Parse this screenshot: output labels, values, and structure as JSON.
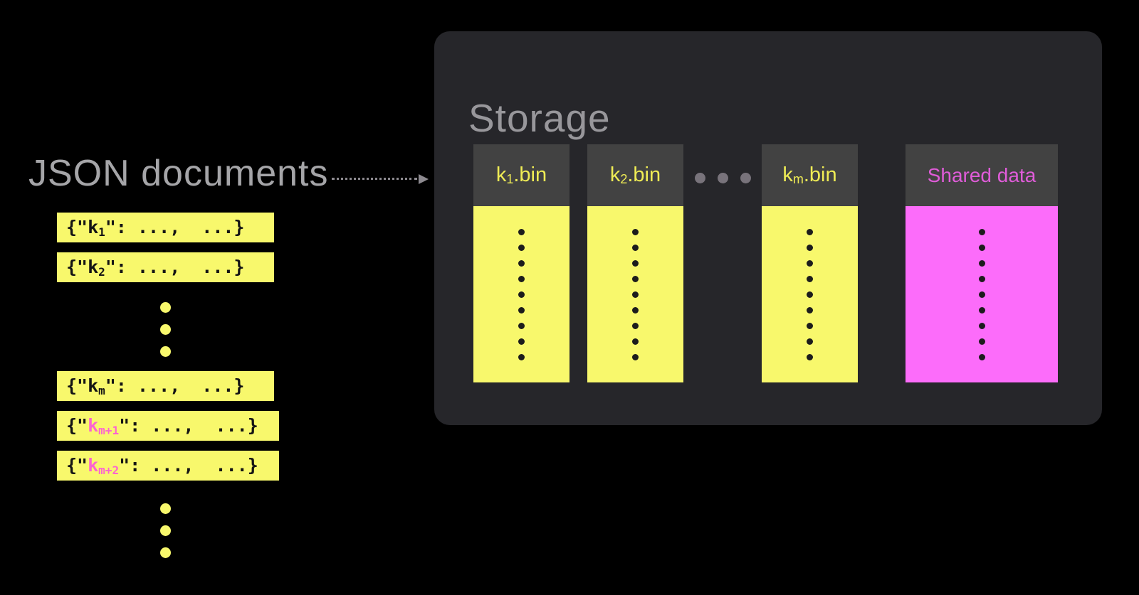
{
  "left": {
    "title": "JSON documents",
    "syntax": {
      "prefix": "{\"",
      "suffix": "\": ...,  ...}"
    },
    "docs": [
      {
        "type": "doc",
        "key": "k",
        "sub": "1",
        "pink": false
      },
      {
        "type": "doc",
        "key": "k",
        "sub": "2",
        "pink": false
      },
      {
        "type": "ellipsis"
      },
      {
        "type": "doc",
        "key": "k",
        "sub": "m",
        "pink": false
      },
      {
        "type": "doc",
        "key": "k",
        "sub": "m+1",
        "pink": true
      },
      {
        "type": "doc",
        "key": "k",
        "sub": "m+2",
        "pink": true
      },
      {
        "type": "ellipsis"
      }
    ],
    "ellipsis_dot_count": 3
  },
  "arrow": {
    "style": "dotted",
    "direction": "right"
  },
  "storage": {
    "title": "Storage",
    "columns": [
      {
        "type": "bin",
        "key": "k",
        "sub": "1",
        "suffix": ".bin",
        "body": "yellow"
      },
      {
        "type": "bin",
        "key": "k",
        "sub": "2",
        "suffix": ".bin",
        "body": "yellow"
      },
      {
        "type": "separator"
      },
      {
        "type": "bin",
        "key": "k",
        "sub": "m",
        "suffix": ".bin",
        "body": "yellow"
      },
      {
        "type": "shared",
        "label": "Shared data",
        "body": "magenta"
      }
    ],
    "column_dot_count": 9,
    "separator_dot_count": 3
  },
  "colors": {
    "background": "#000000",
    "yellow": "#F8F86C",
    "magenta": "#FC6CFA",
    "pink_key": "#FB64D0",
    "header_bg": "#424242",
    "header_yellow_text": "#EFEC55",
    "shared_label": "#E05CD9",
    "storage_bg": "#26262A",
    "title_gray": "#A5A5A8",
    "storage_title_gray": "#98979B",
    "separator_dot": "#78737B",
    "arrow_gray": "#8D8A90",
    "doc_text": "#141414",
    "body_dot": "#1C1C1C"
  }
}
